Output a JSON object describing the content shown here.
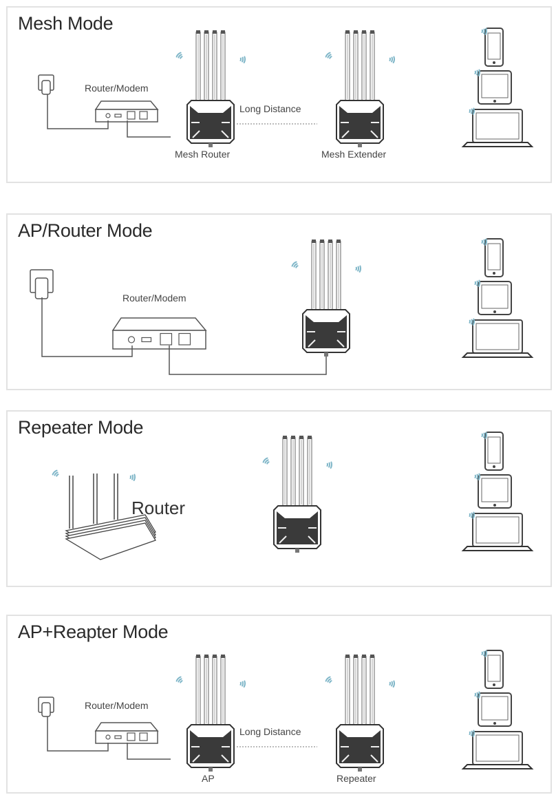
{
  "colors": {
    "wifi": "#7fb6c8",
    "device_body": "#3a3a3a",
    "line": "#555555",
    "panel_border": "#e2e2e2"
  },
  "panels": [
    {
      "title": "Mesh Mode",
      "labels": {
        "modem": "Router/Modem",
        "link": "Long Distance",
        "unit1": "Mesh Router",
        "unit2": "Mesh Extender"
      },
      "icons": [
        "wall-outlet-icon",
        "modem-icon",
        "outdoor-ap-icon",
        "outdoor-ap-icon",
        "phone-icon",
        "tablet-icon",
        "laptop-icon"
      ]
    },
    {
      "title": "AP/Router Mode",
      "labels": {
        "modem": "Router/Modem"
      },
      "icons": [
        "wall-outlet-icon",
        "modem-icon",
        "outdoor-ap-icon",
        "phone-icon",
        "tablet-icon",
        "laptop-icon"
      ]
    },
    {
      "title": "Repeater Mode",
      "labels": {
        "router": "Router"
      },
      "icons": [
        "home-router-icon",
        "outdoor-ap-icon",
        "phone-icon",
        "tablet-icon",
        "laptop-icon"
      ]
    },
    {
      "title": "AP+Reapter Mode",
      "labels": {
        "modem": "Router/Modem",
        "link": "Long Distance",
        "unit1": "AP",
        "unit2": "Repeater"
      },
      "icons": [
        "wall-outlet-icon",
        "modem-icon",
        "outdoor-ap-icon",
        "outdoor-ap-icon",
        "phone-icon",
        "tablet-icon",
        "laptop-icon"
      ]
    }
  ]
}
